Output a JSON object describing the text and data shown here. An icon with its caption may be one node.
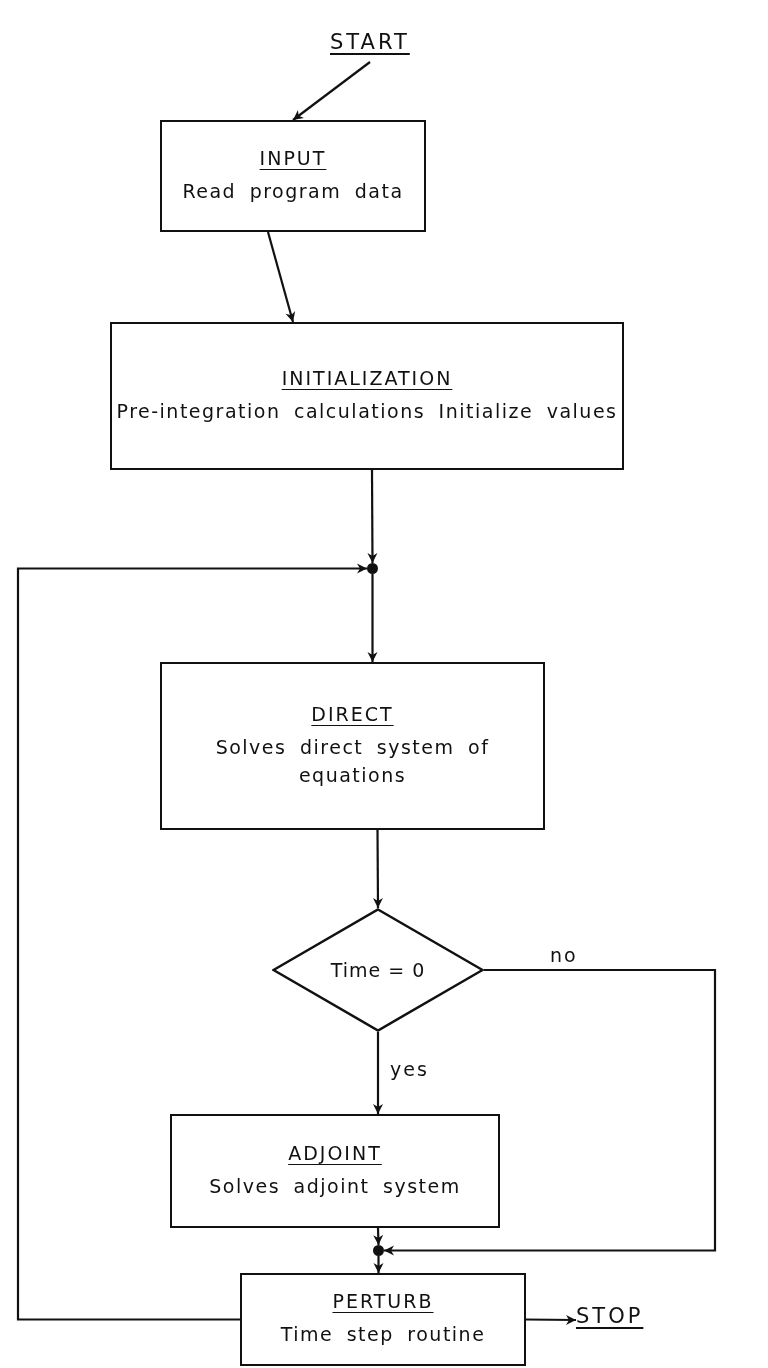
{
  "diagram": {
    "nodes": [
      {
        "text": [
          "START"
        ]
      },
      {
        "text": [
          "INPUT",
          "Read program data"
        ]
      },
      {
        "text": [
          "INITIALIZATION",
          "Pre-integration calculations Initialize values"
        ]
      },
      {
        "text": [],
        "shape": "circle"
      },
      {
        "text": [
          "DIRECT",
          "Solves direct system of equations"
        ]
      },
      {
        "text": [
          "Time = 0"
        ]
      },
      {
        "text": [
          "ADJOINT",
          "Solves adjoint system"
        ]
      },
      {
        "text": [],
        "shape": "circle"
      },
      {
        "text": [
          "PERTURB",
          "Time step routine"
        ]
      },
      {
        "text": [
          "STOP"
        ]
      }
    ],
    "edges": [
      {
        "from": 0,
        "to": 1,
        "arrow": "to"
      },
      {
        "from": 1,
        "to": 2,
        "arrow": "to"
      },
      {
        "from": 2,
        "to": 3,
        "arrow": "to"
      },
      {
        "from": 3,
        "to": 4,
        "arrow": "to"
      },
      {
        "from": 4,
        "to": 5,
        "arrow": "to"
      },
      {
        "from": 5,
        "to": 6,
        "label": "yes",
        "arrow": "to"
      },
      {
        "from": 5,
        "to": 7,
        "label": "no",
        "arrow": "to"
      },
      {
        "from": 6,
        "to": 7,
        "arrow": "to"
      },
      {
        "from": 7,
        "to": 8,
        "arrow": "to"
      },
      {
        "from": 8,
        "to": 3,
        "arrow": "to"
      },
      {
        "from": 8,
        "to": 9,
        "arrow": "to"
      }
    ]
  }
}
